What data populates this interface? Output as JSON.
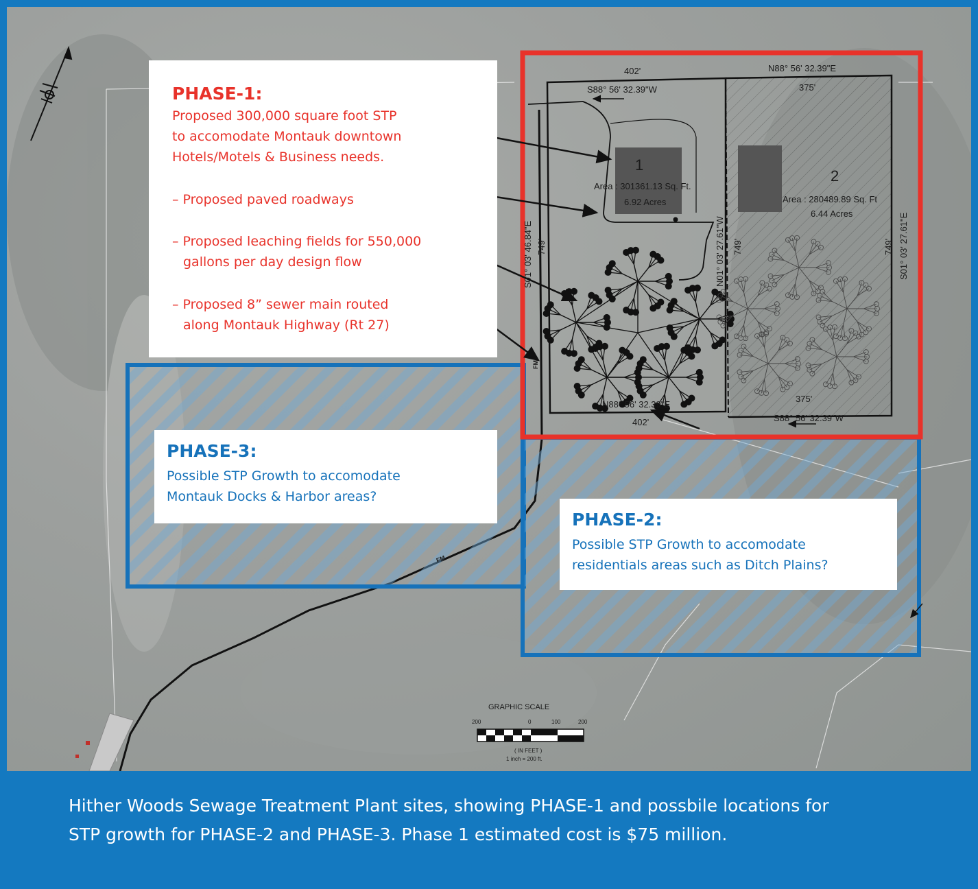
{
  "phase1": {
    "title": "PHASE-1:",
    "lines": [
      "Proposed 300,000 square foot STP",
      "to accomodate Montauk downtown",
      "Hotels/Motels & Business needs.",
      "– Proposed paved roadways",
      "– Proposed leaching fields for 550,000",
      "gallons per day design flow",
      "– Proposed 8” sewer main routed",
      "along Montauk Highway (Rt 27)"
    ]
  },
  "phase3": {
    "title": "PHASE-3:",
    "lines": [
      "Possible STP Growth to accomodate",
      "Montauk Docks & Harbor areas?"
    ]
  },
  "phase2": {
    "title": "PHASE-2:",
    "lines": [
      "Possible STP Growth to accomodate",
      "residentials areas such as Ditch Plains?"
    ]
  },
  "site": {
    "lot1_number": "1",
    "lot1_area": "Area : 301361.13 Sq. Ft.",
    "lot1_acres": "6.92 Acres",
    "lot2_number": "2",
    "lot2_area": "Area : 280489.89 Sq. Ft",
    "lot2_acres": "6.44 Acres",
    "top_left_dist": "402'",
    "top_left_bearing": "S88° 56' 32.39\"W",
    "top_right_bearing": "N88° 56' 32.39\"E",
    "top_right_dist": "375'",
    "left_bearing": "S01° 03' 46.84\"E",
    "left_dist": "749'",
    "mid_bearing": "N01° 03' 27.61\"W",
    "mid_dist": "749'",
    "right_bearing": "S01° 03' 27.61\"E",
    "right_dist": "749'",
    "bottom_left_bearing": "N88° 56' 32.39\"E",
    "bottom_left_dist": "402'",
    "bottom_right_dist": "375'",
    "bottom_right_bearing": "S88° 56' 32.39\"W",
    "fm_label_1": "FM",
    "fm_label_2": "FM"
  },
  "scale": {
    "title": "GRAPHIC SCALE",
    "ticks": [
      "200",
      "0",
      "100",
      "200"
    ],
    "units": "( IN FEET )",
    "ratio": "1 inch =   200  ft."
  },
  "caption": {
    "line1": "Hither Woods Sewage Treatment Plant sites, showing PHASE-1 and possbile locations for",
    "line2": "STP growth for PHASE-2 and PHASE-3. Phase 1 estimated cost is $75 million."
  },
  "colors": {
    "phase1": "#e8322a",
    "phase2_3": "#1672ba",
    "frame": "#1479c0"
  }
}
